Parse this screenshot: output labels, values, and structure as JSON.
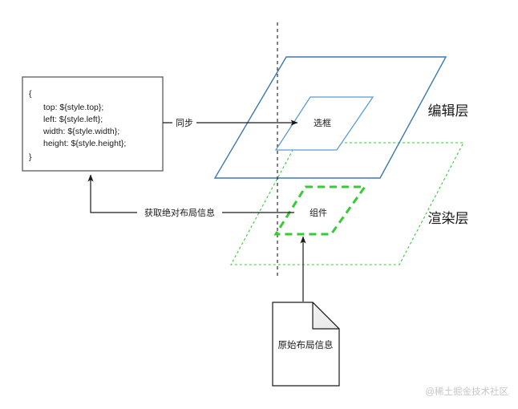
{
  "diagram": {
    "code_box": {
      "name": "style-code-block",
      "lines": [
        "{",
        "top: ${style.top};",
        "left: ${style.left};",
        "width: ${style.width};",
        "height: ${style.height};",
        "}"
      ],
      "border_color": "#666666",
      "fill_color": "#ffffff"
    },
    "edges": [
      {
        "name": "sync-edge",
        "label": "同步",
        "color": "#1a1a1a",
        "direction": "code-box-to-selection-frame"
      },
      {
        "name": "get-absolute-layout-edge",
        "label": "获取绝对布局信息",
        "color": "#1a1a1a",
        "direction": "component-to-code-box"
      },
      {
        "name": "raw-layout-edge",
        "label": "",
        "color": "#1a1a1a",
        "direction": "document-to-component"
      }
    ],
    "layers": [
      {
        "name": "edit-layer",
        "label": "编辑层",
        "color": "#3b78b0",
        "style": "solid"
      },
      {
        "name": "render-layer",
        "label": "渲染层",
        "color": "#33cc33",
        "style": "dotted"
      }
    ],
    "nodes": [
      {
        "name": "selection-frame",
        "label": "选框",
        "color": "#5b9bd5",
        "style": "solid"
      },
      {
        "name": "component",
        "label": "组件",
        "color": "#33cc33",
        "style": "dashed"
      },
      {
        "name": "raw-layout-document",
        "label": "原始布局信息",
        "color": "#1a1a1a",
        "style": "document"
      }
    ],
    "divider": {
      "name": "vertical-divider",
      "style": "dashed",
      "color": "#1a1a1a"
    },
    "watermark": {
      "name": "watermark",
      "text": "@稀土掘金技术社区",
      "color": "#c8c8c8"
    }
  }
}
